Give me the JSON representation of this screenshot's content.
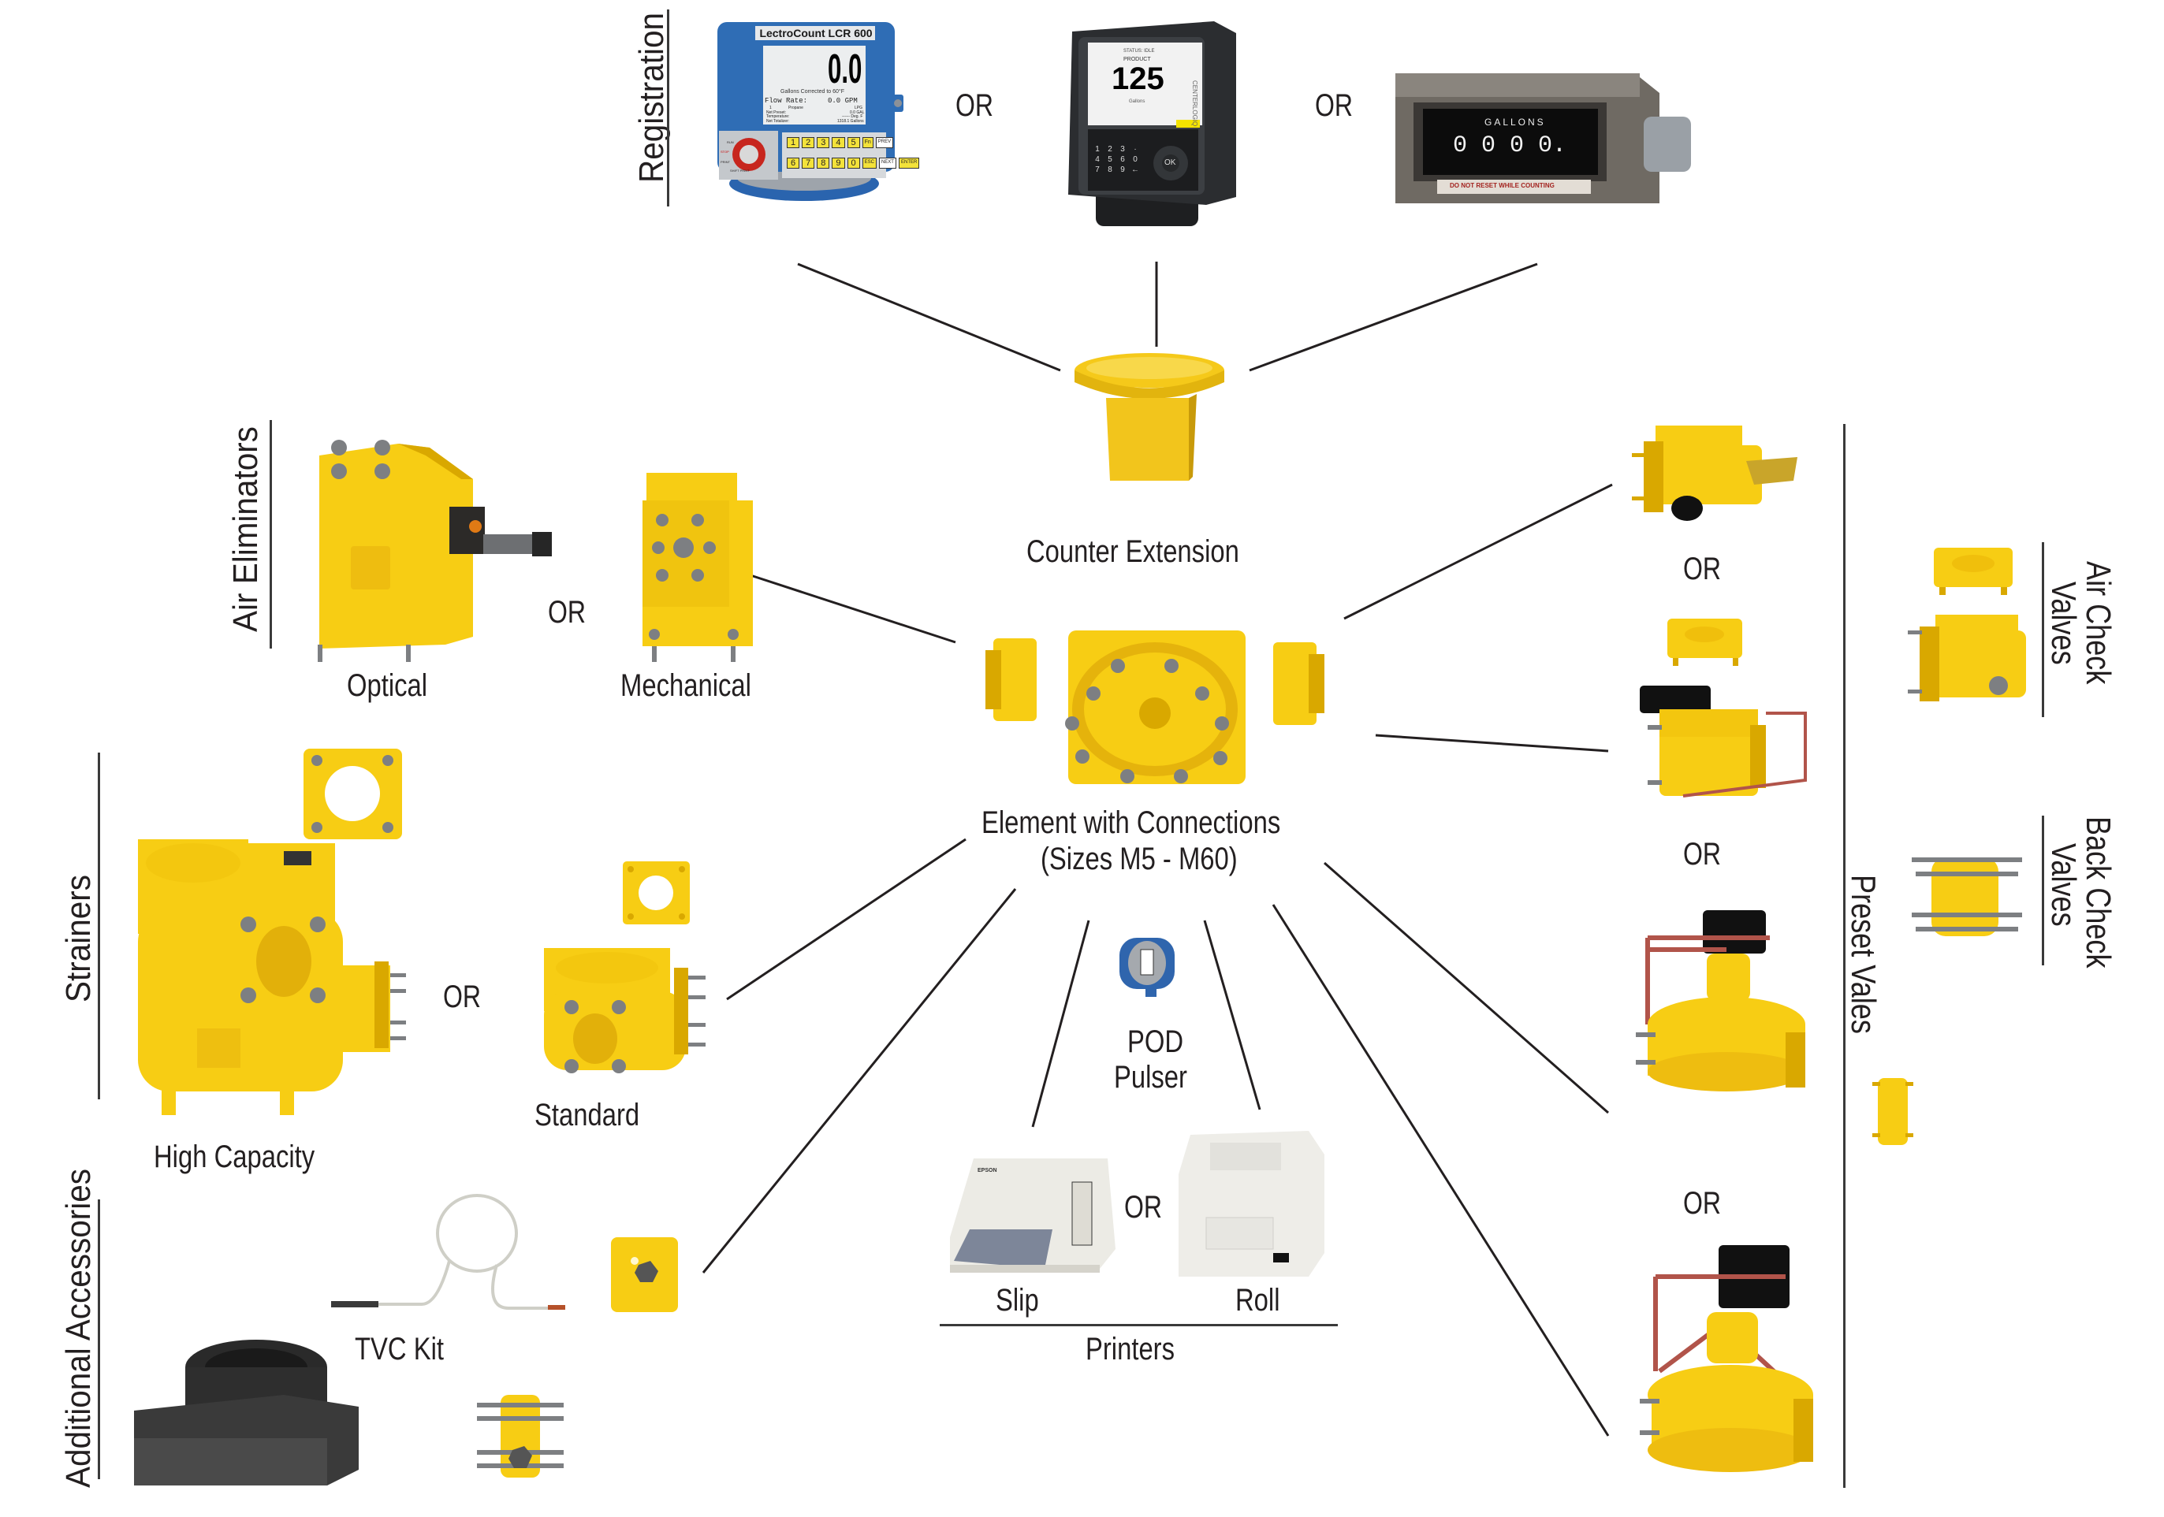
{
  "sections": {
    "registration": "Registration",
    "air_eliminators": "Air Eliminators",
    "strainers": "Strainers",
    "additional_accessories": "Additional Accessories",
    "preset_valves": "Preset Vales",
    "air_check_valves_line1": "Air Check",
    "air_check_valves_line2": "Valves",
    "back_check_valves_line1": "Back Check",
    "back_check_valves_line2": "Valves",
    "printers": "Printers"
  },
  "or_label": "OR",
  "labels": {
    "counter_extension": "Counter Extension",
    "element_line1": "Element with Connections",
    "element_line2": "(Sizes M5 - M60)",
    "optical": "Optical",
    "mechanical": "Mechanical",
    "high_capacity": "High Capacity",
    "standard": "Standard",
    "tvc_kit": "TVC Kit",
    "pod_line1": "POD",
    "pod_line2": "Pulser",
    "slip": "Slip",
    "roll": "Roll"
  },
  "devices": {
    "lcr600": {
      "brand": "LectroCount LCR 600",
      "big_value": "0.0",
      "corrected": "Gallons Corrected to 60°F",
      "flow_label": "Flow Rate:",
      "flow_value": "0.0 GPM",
      "product_no": "1",
      "product": "Propane",
      "product_code": "LPG",
      "net_preset_label": "Net Preset:",
      "net_preset_value": "0.0 GAL",
      "temp_label": "Temperature:",
      "temp_value": "------ Deg. F",
      "totalizer_label": "Net Totalizer:",
      "totalizer_value": "1318.1 Gallons",
      "knob_labels": [
        "RUN",
        "STOP",
        "PRINT",
        "SHIFT PRINT"
      ],
      "keys_top": [
        "1",
        "2",
        "3",
        "4",
        "5"
      ],
      "keys_bottom": [
        "6",
        "7",
        "8",
        "9",
        "0"
      ],
      "prev": "PREV",
      "esc": "ESC",
      "next": "NEXT",
      "enter": "ENTER",
      "fn": "Fn"
    },
    "lcr_ique": {
      "status": "STATUS: IDLE",
      "product": "PRODUCT",
      "value": "125",
      "unit": "Gallons",
      "brand_side": "CENTERLOGIQ",
      "keys": [
        "1",
        "2",
        "3",
        "·",
        "4",
        "5",
        "6",
        "0",
        "7",
        "8",
        "9",
        "←"
      ],
      "ok": "OK"
    },
    "mechanical_register": {
      "unit": "GALLONS",
      "digits": "0 0 0 0.",
      "warning": "DO NOT RESET WHILE COUNTING"
    },
    "slip_printer_brand": "EPSON"
  },
  "colors": {
    "part_yellow": "#f7cd14",
    "lcr_blue": "#2f6db5",
    "text": "#231f20",
    "line": "#3a3a3a"
  }
}
